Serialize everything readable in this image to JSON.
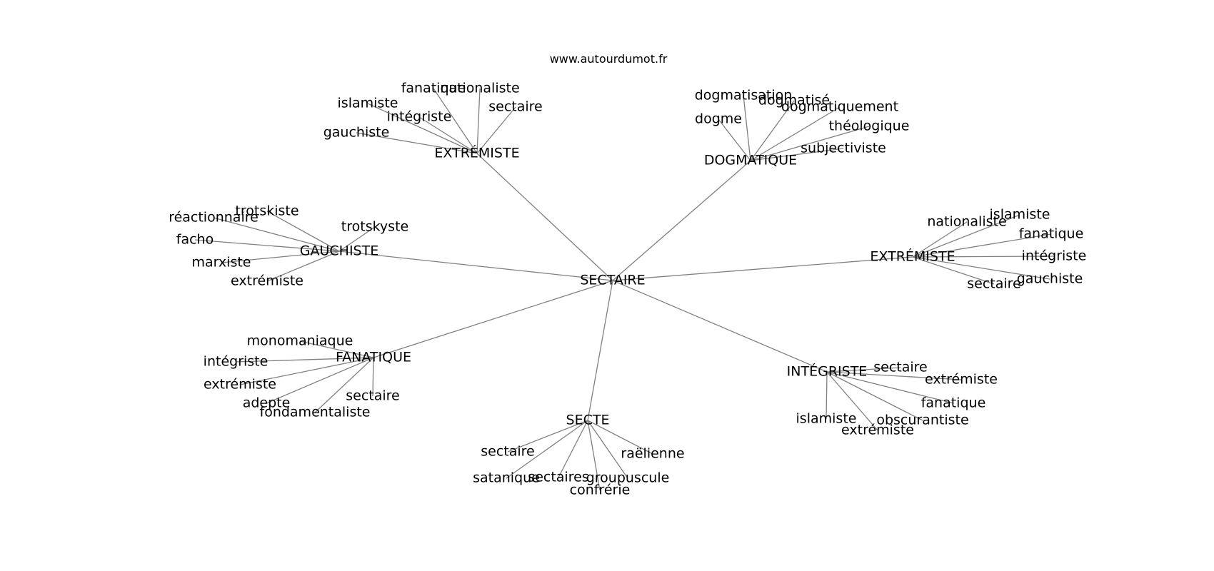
{
  "site": "www.autourdumot.fr",
  "center": "SECTAIRE",
  "clusters": [
    {
      "id": "extremiste-top",
      "label": "EXTRÉMISTE",
      "leaves": [
        "fanatique",
        "nationaliste",
        "islamiste",
        "sectaire",
        "intégriste",
        "gauchiste"
      ]
    },
    {
      "id": "dogmatique",
      "label": "DOGMATIQUE",
      "leaves": [
        "dogmatisation",
        "dogmatisé",
        "dogmatiquement",
        "dogme",
        "théologique",
        "subjectiviste"
      ]
    },
    {
      "id": "gauchiste",
      "label": "GAUCHISTE",
      "leaves": [
        "trotskiste",
        "réactionnaire",
        "trotskyste",
        "facho",
        "marxiste",
        "extrémiste"
      ]
    },
    {
      "id": "extremiste-right",
      "label": "EXTRÉMISTE",
      "leaves": [
        "islamiste",
        "nationaliste",
        "fanatique",
        "intégriste",
        "gauchiste",
        "sectaire"
      ]
    },
    {
      "id": "fanatique",
      "label": "FANATIQUE",
      "leaves": [
        "monomaniaque",
        "intégriste",
        "extrémiste",
        "sectaire",
        "adepte",
        "fondamentaliste"
      ]
    },
    {
      "id": "integriste",
      "label": "INTÉGRISTE",
      "leaves": [
        "sectaire",
        "extrémiste",
        "fanatique",
        "islamiste",
        "obscurantiste",
        "extrémiste"
      ]
    },
    {
      "id": "secte",
      "label": "SECTE",
      "leaves": [
        "sectaire",
        "raëlienne",
        "satanique",
        "sectaires",
        "groupuscule",
        "confrérie"
      ]
    }
  ]
}
